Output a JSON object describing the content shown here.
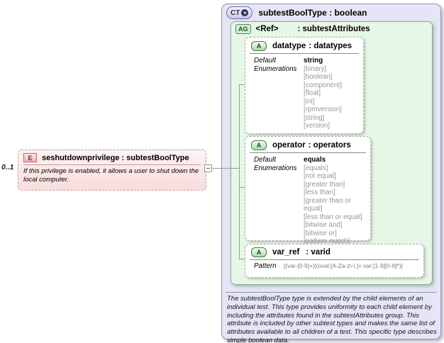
{
  "colors": {
    "complex_type_bg": "#e5e5f6",
    "attribute_group_bg": "#e7f7e7",
    "element_bg": "#fadcdc",
    "enum_text": "#979797"
  },
  "element": {
    "cardinality": "0..1",
    "badge": "E",
    "title": "seshutdownprivilege : subtestBoolType",
    "description": "If this privilege is enabled, it allows a user to shut down the local computer."
  },
  "complex_type": {
    "badge": "CT",
    "plus_icon": "+",
    "title": "subtestBoolType : boolean",
    "documentation": "The subtestBoolType type is extended by the child elements of an individual test.  This type provides uniformity to each child element by including the attributes found in the subtestAttributes group.  This attribute is included by other subtest types and makes the same list of attributes available to all children of a test.  This specific type describes simple boolean data."
  },
  "attribute_group": {
    "badge": "AG",
    "ref": "<Ref>",
    "type": ": subtestAttributes"
  },
  "attributes": [
    {
      "badge": "A",
      "name": "datatype",
      "type": ": datatypes",
      "default_label": "Default",
      "enumerations_label": "Enumerations",
      "default": "string",
      "enumerations": [
        "[binary]",
        "[boolean]",
        "[component]",
        "[float]",
        "[int]",
        "[rpmversion]",
        "[string]",
        "[version]"
      ]
    },
    {
      "badge": "A",
      "name": "operator",
      "type": ": operators",
      "default_label": "Default",
      "enumerations_label": "Enumerations",
      "default": "equals",
      "enumerations": [
        "[equals]",
        "[not equal]",
        "[greater than]",
        "[less than]",
        "[greater than or equal]",
        "[less than or equal]",
        "[bitwise and]",
        "[bitwise or]",
        "[pattern match]"
      ]
    },
    {
      "badge": "A",
      "name": "var_ref",
      "type": ": varid",
      "pattern_label": "Pattern",
      "pattern": "[(var-[0-9]+)|(oval:[A-Za-z\\-\\.]+:var:[1-9][0-9]*)]"
    }
  ]
}
